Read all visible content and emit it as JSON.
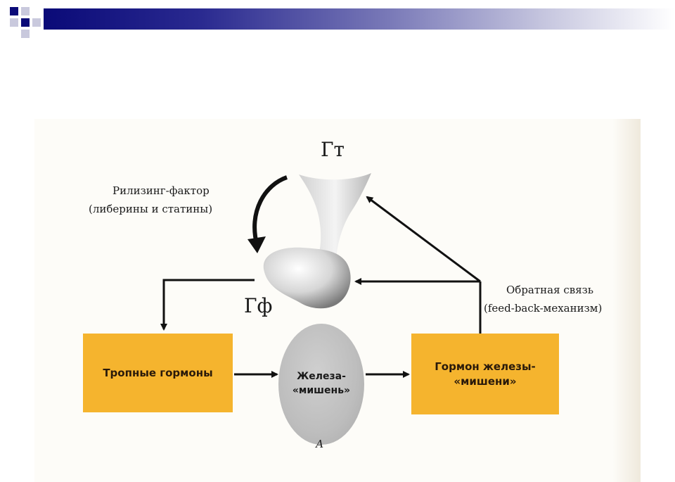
{
  "diagram": {
    "hypothalamus_label": "Гт",
    "pituitary_label": "Гф",
    "releasing_factor_line1": "Рилизинг-фактор",
    "releasing_factor_line2": "(либерины и статины)",
    "feedback_line1": "Обратная связь",
    "feedback_line2": "(feed-back-механизм)",
    "tropic_hormones": "Тропные гормоны",
    "target_gland_line1": "Железа-",
    "target_gland_line2": "«мишень»",
    "target_hormone_line1": "Гормон железы-",
    "target_hormone_line2": "«мишени»",
    "figure_letter": "А"
  },
  "colors": {
    "box_fill": "#f5b42e",
    "gland_fill": "#bdbdbd",
    "header_dark": "#0a0a78",
    "arrow": "#111111"
  }
}
